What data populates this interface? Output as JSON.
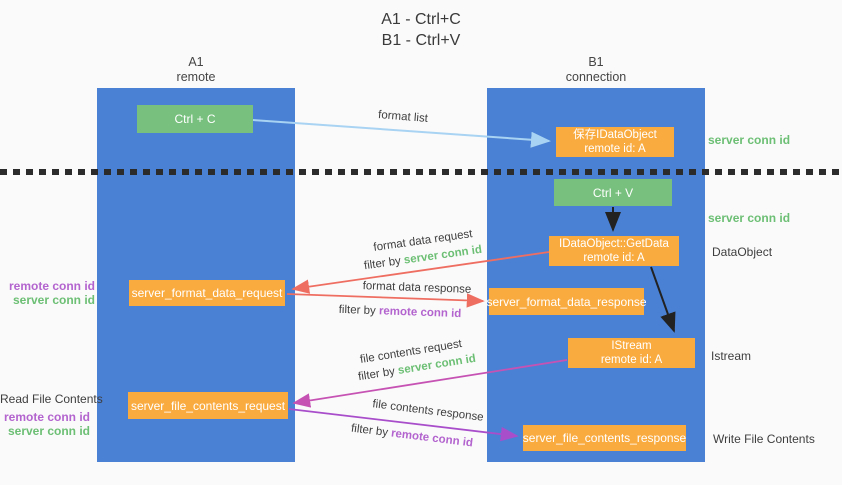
{
  "title": {
    "line1": "A1 - Ctrl+C",
    "line2": "B1 - Ctrl+V"
  },
  "lifelines": {
    "a1": {
      "name": "A1",
      "role": "remote"
    },
    "b1": {
      "name": "B1",
      "role": "connection"
    }
  },
  "nodes": {
    "ctrl_c": {
      "label": "Ctrl + C"
    },
    "ctrl_v": {
      "label": "Ctrl + V"
    },
    "save_idataobject": {
      "line1": "保存IDataObject",
      "line2": "remote id: A"
    },
    "getdata": {
      "line1": "IDataObject::GetData",
      "line2": "remote id: A"
    },
    "istream": {
      "line1": "IStream",
      "line2": "remote id: A"
    },
    "server_format_data_request": {
      "label": "server_format_data_request"
    },
    "server_format_data_response": {
      "label": "server_format_data_response"
    },
    "server_file_contents_request": {
      "label": "server_file_contents_request"
    },
    "server_file_contents_response": {
      "label": "server_file_contents_response"
    }
  },
  "arrows": {
    "format_list": {
      "label": "format list"
    },
    "format_data_request": {
      "label": "format data request",
      "filter_prefix": "filter by ",
      "filter_key": "server conn id"
    },
    "format_data_response": {
      "label": "format data response",
      "filter_prefix": "filter by ",
      "filter_key": "remote conn id"
    },
    "file_contents_request": {
      "label": "file contents request",
      "filter_prefix": "filter by ",
      "filter_key": "server conn id"
    },
    "file_contents_response": {
      "label": "file contents response",
      "filter_prefix": "filter by ",
      "filter_key": "remote conn id"
    }
  },
  "side_labels": {
    "right": {
      "server_conn_id_top": "server conn id",
      "server_conn_id_mid": "server conn id",
      "dataobject": "DataObject",
      "istream": "Istream",
      "write_file_contents": "Write File Contents"
    },
    "left": {
      "remote_conn_id_1": "remote conn id",
      "server_conn_id_1": "server conn id",
      "read_file_contents": "Read File Contents",
      "remote_conn_id_2": "remote conn id",
      "server_conn_id_2": "server conn id"
    }
  },
  "colors": {
    "lifeline_blue": "#4a81d4",
    "node_green": "#77c07d",
    "node_orange": "#f9ab40",
    "arrow_light_blue": "#a9d3f2",
    "arrow_red": "#ef6e62",
    "arrow_magenta": "#c653b4",
    "arrow_purple": "#a94ecb",
    "label_green": "#6cbf74",
    "label_purple": "#b364ce",
    "divider_black": "#2b2b2b",
    "background": "#fafafa"
  }
}
